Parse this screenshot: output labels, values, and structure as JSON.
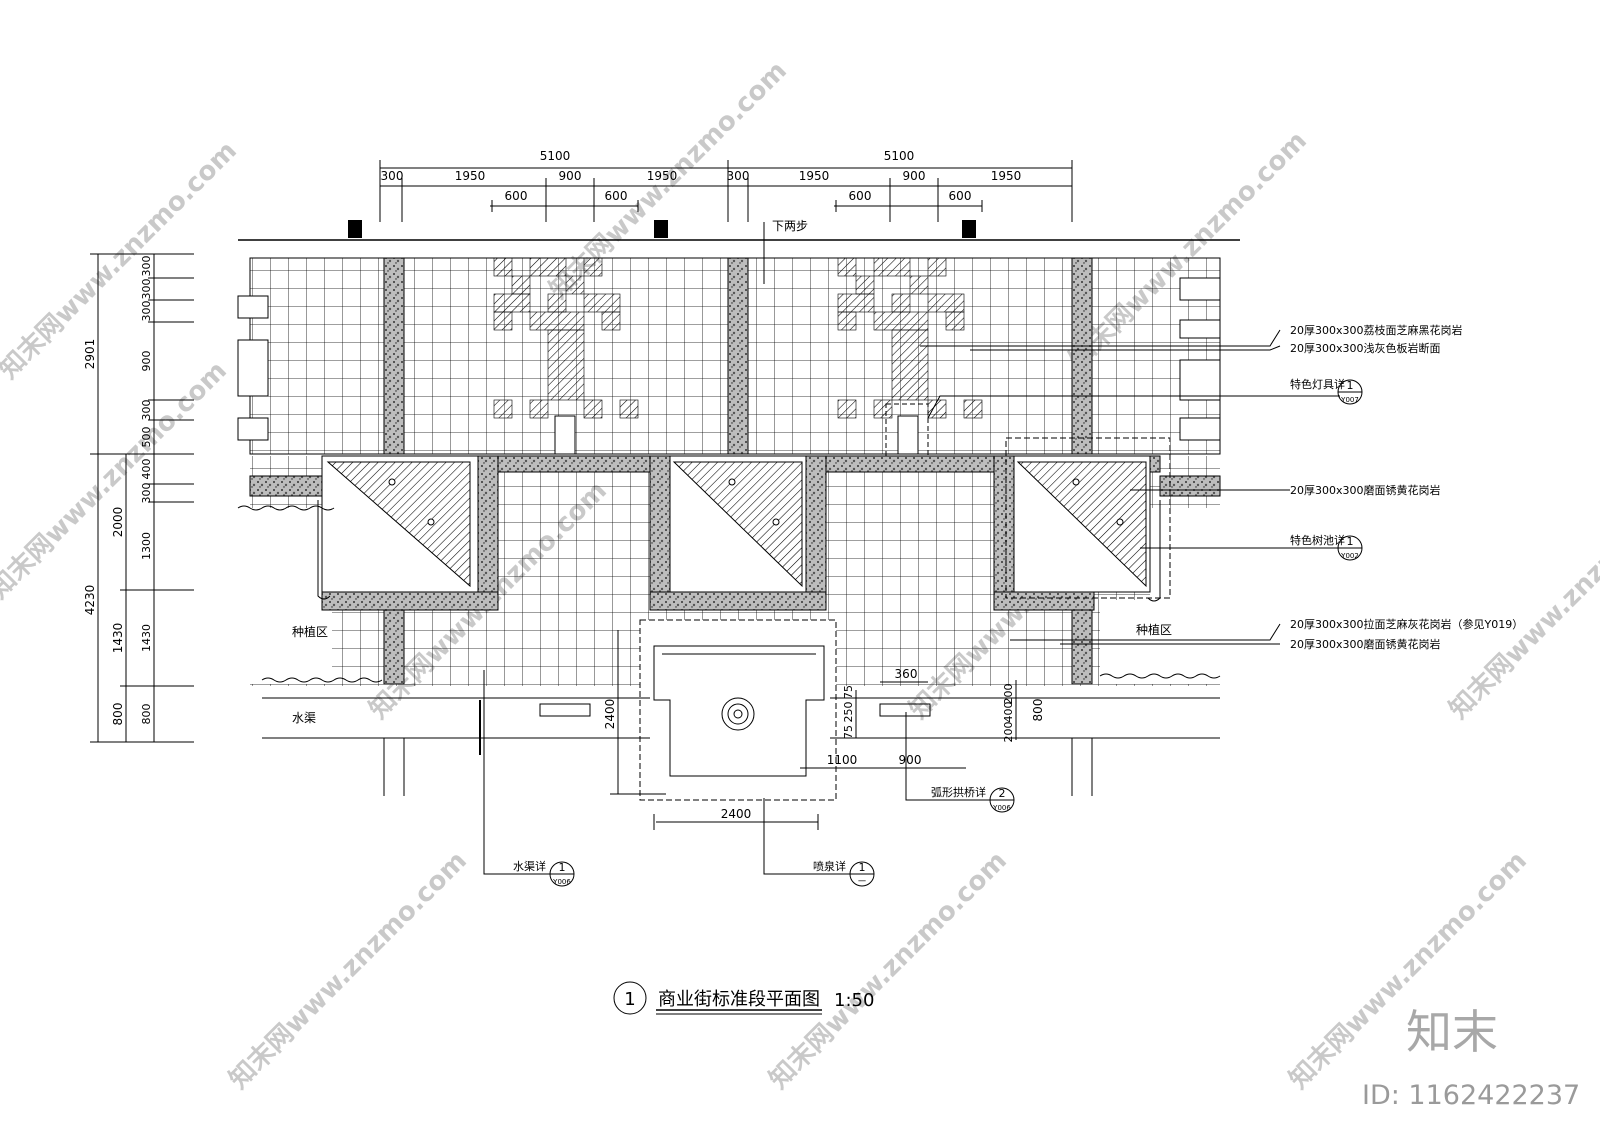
{
  "top_dims": {
    "total_left": "5100",
    "total_right": "5100",
    "left_segments": [
      "300",
      "1950",
      "900",
      "1950"
    ],
    "right_segments": [
      "300",
      "1950",
      "900",
      "1950"
    ],
    "left_sub": [
      "600",
      "600"
    ],
    "right_sub": [
      "600",
      "600"
    ]
  },
  "left_dims": {
    "outer": [
      "2901",
      "4230"
    ],
    "mid": [
      "2000",
      "1430",
      "800"
    ],
    "inner": [
      "300",
      "300",
      "300",
      "900",
      "300",
      "500",
      "400",
      "300",
      "1300",
      "1430",
      "800"
    ]
  },
  "labels": {
    "steps": "下两步",
    "planting_left": "种植区",
    "planting_right": "种植区",
    "channel": "水渠",
    "dim_360": "360",
    "dim_2400_v": "2400",
    "dim_2400_h": "2400",
    "dim_75": "75",
    "dim_250": "250",
    "dim_75b": "75",
    "dim_1100": "1100",
    "dim_900": "900",
    "dim_200": "200",
    "dim_400": "400",
    "dim_200b": "200",
    "dim_800": "800"
  },
  "callouts": [
    {
      "text": "20厚300x300荔枝面芝麻黑花岗岩"
    },
    {
      "text": "20厚300x300浅灰色板岩断面"
    },
    {
      "text": "特色灯具详",
      "num": "1",
      "ref": "Y007"
    },
    {
      "text": "20厚300x300磨面锈黄花岗岩"
    },
    {
      "text": "特色树池详",
      "num": "1",
      "ref": "Y002"
    },
    {
      "text": "20厚300x300拉面芝麻灰花岗岩（参见Y019）"
    },
    {
      "text": "20厚300x300磨面锈黄花岗岩"
    }
  ],
  "detail_refs": [
    {
      "text": "弧形拱桥详",
      "num": "2",
      "ref": "Y006"
    },
    {
      "text": "水渠详",
      "num": "1",
      "ref": "Y006"
    },
    {
      "text": "喷泉详",
      "num": "1",
      "ref": "一"
    }
  ],
  "title": {
    "num": "1",
    "text": "商业街标准段平面图",
    "scale": "1:50"
  },
  "watermark": {
    "text": "知末网www.znzmo.com",
    "logo": "知末",
    "id": "ID: 1162422237"
  }
}
